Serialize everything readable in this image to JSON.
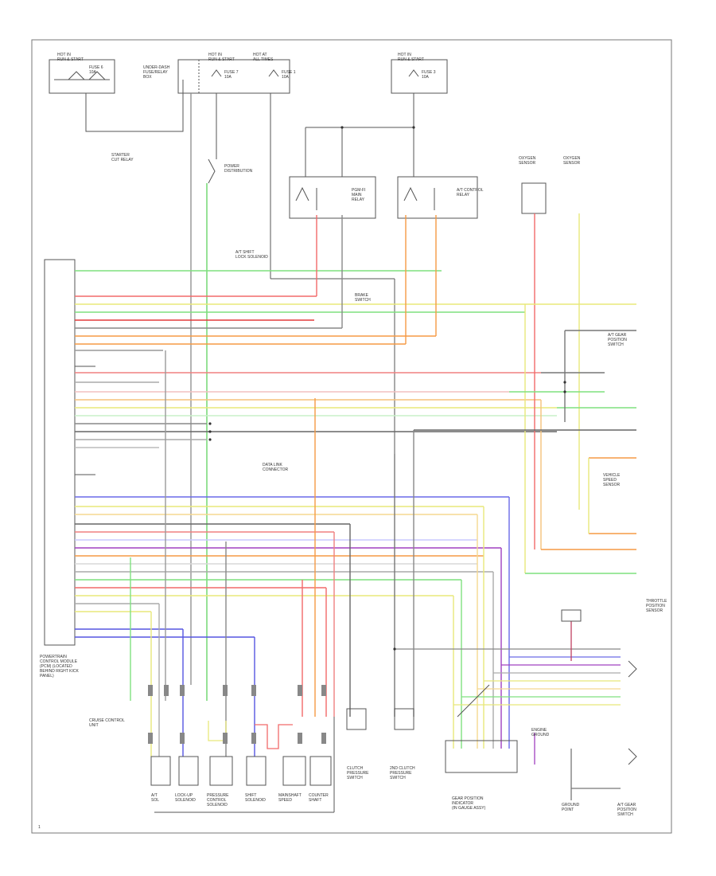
{
  "labels": {
    "hot_run_left": "HOT IN\nRUN & START",
    "hot_run_mid": "HOT IN\nRUN & START",
    "hot_times": "HOT AT\nALL TIMES",
    "hot_run_right": "HOT IN\nRUN & START",
    "fuse_left": "FUSE 6\n10A",
    "fuse_mid": "FUSE 7\n10A",
    "fuse_times": "FUSE 1\n10A",
    "fuse_right": "FUSE 3\n10A",
    "aux_pdb": "UNDER-DASH\nFUSE/RELAY\nBOX",
    "rm_start": "STARTER\nCUT RELAY",
    "rm_power": "POWER\nDISTRIBUTION",
    "rm_interlock": "A/T SHIFT\nLOCK SOLENOID",
    "ctrl_relay_1": "PGM-FI\nMAIN\nRELAY",
    "ctrl_relay_2": "A/T CONTROL\nRELAY",
    "oxygen_left": "OXYGEN\nSENSOR",
    "oxygen_right": "OXYGEN\nSENSOR",
    "ecu_caption": "POWERTRAIN\nCONTROL MODULE\n(PCM) (LOCATED\nBEHIND RIGHT KICK\nPANEL)",
    "data_link": "DATA LINK\nCONNECTOR",
    "brake_switch": "BRAKE\nSWITCH",
    "shift_lever": "A/T GEAR\nPOSITION\nSWITCH",
    "speed_sensor": "VEHICLE\nSPEED\nSENSOR",
    "throttle_pos": "THROTTLE\nPOSITION\nSENSOR",
    "bottom_1": "A/T\nSOL",
    "bottom_2": "LOCK-UP\nSOLENOID",
    "bottom_3": "PRESSURE\nCONTROL\nSOLENOID",
    "bottom_4": "SHIFT\nSOLENOID",
    "bottom_5": "MAINSHAFT\nSPEED",
    "bottom_6": "COUNTER\nSHAFT",
    "bottom_7": "CLUTCH\nPRESSURE\nSWITCH",
    "bottom_8": "2ND CLUTCH\nPRESSURE\nSWITCH",
    "bottom_9": "GEAR POSITION\nINDICATOR\n(IN GAUGE ASSY)",
    "bottom_10": "GROUND\nPOINT",
    "bottom_11": "A/T GEAR\nPOSITION\nSWITCH",
    "cruise": "CRUISE CONTROL\nUNIT",
    "engine_gnd": "ENGINE\nGROUND",
    "page_num": "1"
  }
}
